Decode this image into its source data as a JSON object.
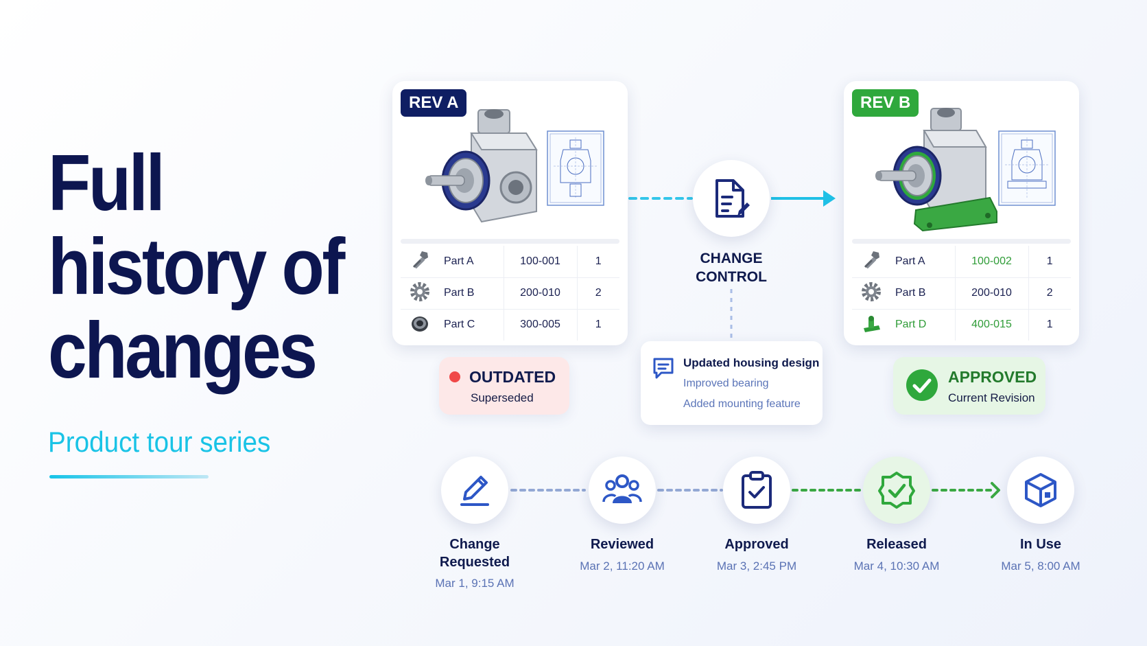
{
  "hero": {
    "title_line1": "Full",
    "title_line2": "history of",
    "title_line3": "changes",
    "subtitle": "Product tour series"
  },
  "rev_a": {
    "badge": "REV A",
    "rows": [
      {
        "icon": "bolt-icon",
        "name": "Part A",
        "number": "100-001",
        "qty": "1"
      },
      {
        "icon": "gear-icon",
        "name": "Part B",
        "number": "200-010",
        "qty": "2"
      },
      {
        "icon": "bearing-icon",
        "name": "Part C",
        "number": "300-005",
        "qty": "1"
      }
    ],
    "status_title": "OUTDATED",
    "status_sub": "Superseded"
  },
  "rev_b": {
    "badge": "REV B",
    "rows": [
      {
        "icon": "bolt-icon",
        "name": "Part A",
        "number": "100-002",
        "qty": "1"
      },
      {
        "icon": "gear-icon",
        "name": "Part B",
        "number": "200-010",
        "qty": "2"
      },
      {
        "icon": "mounting-bracket-icon",
        "name": "Part D",
        "number": "400-015",
        "qty": "1"
      }
    ],
    "status_title": "APPROVED",
    "status_sub": "Current Revision"
  },
  "change_control": {
    "label_line1": "CHANGE",
    "label_line2": "CONTROL",
    "note_title": "Updated housing design",
    "note_line1": "Improved bearing",
    "note_line2": "Added mounting feature"
  },
  "timeline": [
    {
      "icon": "pencil-icon",
      "label_line1": "Change",
      "label_line2": "Requested",
      "time": "Mar 1, 9:15 AM"
    },
    {
      "icon": "team-icon",
      "label_line1": "Reviewed",
      "label_line2": "",
      "time": "Mar 2, 11:20 AM"
    },
    {
      "icon": "clipboard-check-icon",
      "label_line1": "Approved",
      "label_line2": "",
      "time": "Mar 3, 2:45 PM"
    },
    {
      "icon": "shield-check-icon",
      "label_line1": "Released",
      "label_line2": "",
      "time": "Mar 4, 10:30 AM"
    },
    {
      "icon": "cube-icon",
      "label_line1": "In Use",
      "label_line2": "",
      "time": "Mar 5, 8:00 AM"
    }
  ],
  "colors": {
    "navy": "#0d1650",
    "cyan": "#19c3e6",
    "green": "#2fa83c",
    "red": "#f04848",
    "muted_blue": "#5a72b4"
  }
}
